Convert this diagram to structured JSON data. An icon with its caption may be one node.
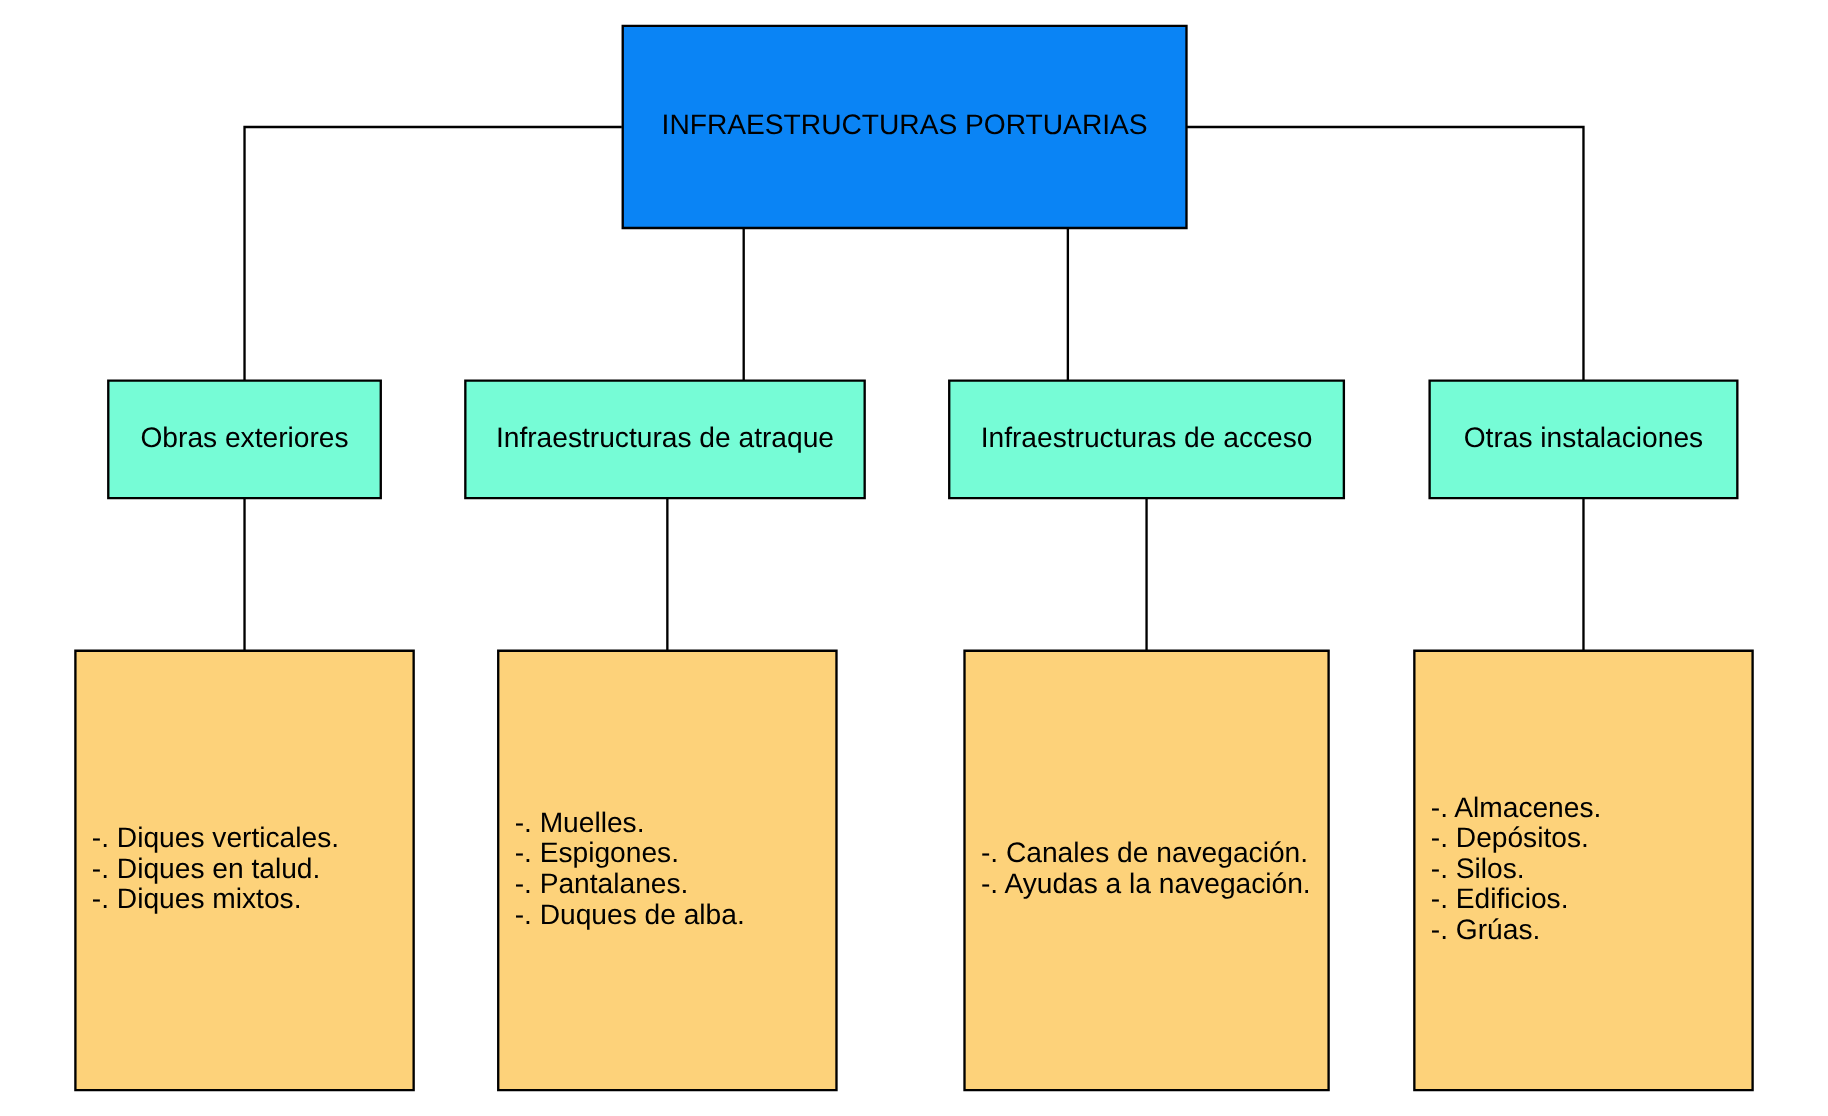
{
  "diagram": {
    "nodes": [
      {
        "text": [
          "INFRAESTRUCTURAS PORTUARIAS"
        ]
      },
      {
        "text": [
          "Obras exteriores"
        ]
      },
      {
        "text": [
          "Infraestructuras de atraque"
        ]
      },
      {
        "text": [
          "Infraestructuras de acceso"
        ]
      },
      {
        "text": [
          "Otras instalaciones"
        ]
      },
      {
        "text": [
          "-. Diques verticales.",
          "-. Diques en talud.",
          "-. Diques mixtos."
        ]
      },
      {
        "text": [
          "-. Muelles.",
          "-. Espigones.",
          "-. Pantalanes.",
          "-. Duques de alba."
        ]
      },
      {
        "text": [
          "-. Canales de navegación.",
          "-. Ayudas a la navegación."
        ]
      },
      {
        "text": [
          "-. Almacenes.",
          "-. Depósitos.",
          "-. Silos.",
          "-. Edificios.",
          "-. Grúas."
        ]
      }
    ],
    "edges": [
      {
        "from": 0,
        "to": 1,
        "arrow": "none"
      },
      {
        "from": 0,
        "to": 2,
        "arrow": "none"
      },
      {
        "from": 0,
        "to": 3,
        "arrow": "none"
      },
      {
        "from": 0,
        "to": 4,
        "arrow": "none"
      },
      {
        "from": 1,
        "to": 5,
        "arrow": "none"
      },
      {
        "from": 2,
        "to": 6,
        "arrow": "none"
      },
      {
        "from": 3,
        "to": 7,
        "arrow": "none"
      },
      {
        "from": 4,
        "to": 8,
        "arrow": "none"
      }
    ]
  }
}
